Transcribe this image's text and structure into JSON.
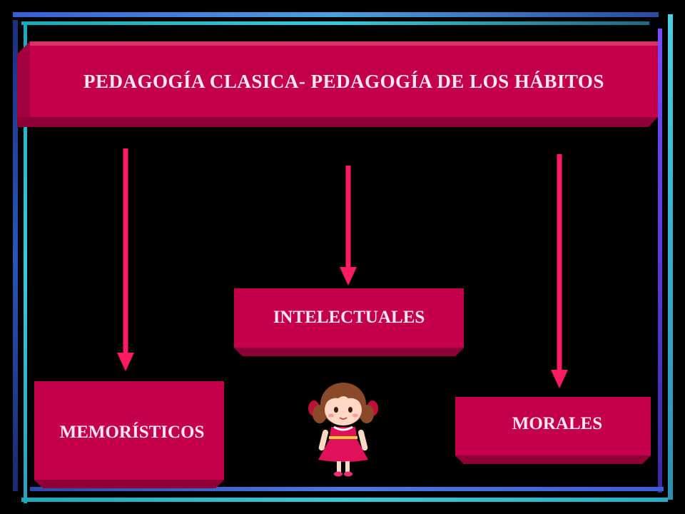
{
  "diagram": {
    "title": "PEDAGOGÍA CLASICA- PEDAGOGÍA DE LOS HÁBITOS",
    "nodes": [
      {
        "id": "memoristicos",
        "label": "MEMORÍSTICOS"
      },
      {
        "id": "intelectuales",
        "label": "INTELECTUALES"
      },
      {
        "id": "morales",
        "label": "MORALES"
      }
    ],
    "edges": [
      {
        "from": "title",
        "to": "memoristicos"
      },
      {
        "from": "title",
        "to": "intelectuales"
      },
      {
        "from": "title",
        "to": "morales"
      }
    ]
  },
  "colors": {
    "background": "#000000",
    "box": "#c4004c",
    "box_text": "#ffe6ef",
    "arrow": "#ff1a64",
    "frame_cyan": "#33ccdd",
    "frame_purple": "#7a4bff"
  },
  "decorations": {
    "illustration": "girl-in-red-dress"
  }
}
